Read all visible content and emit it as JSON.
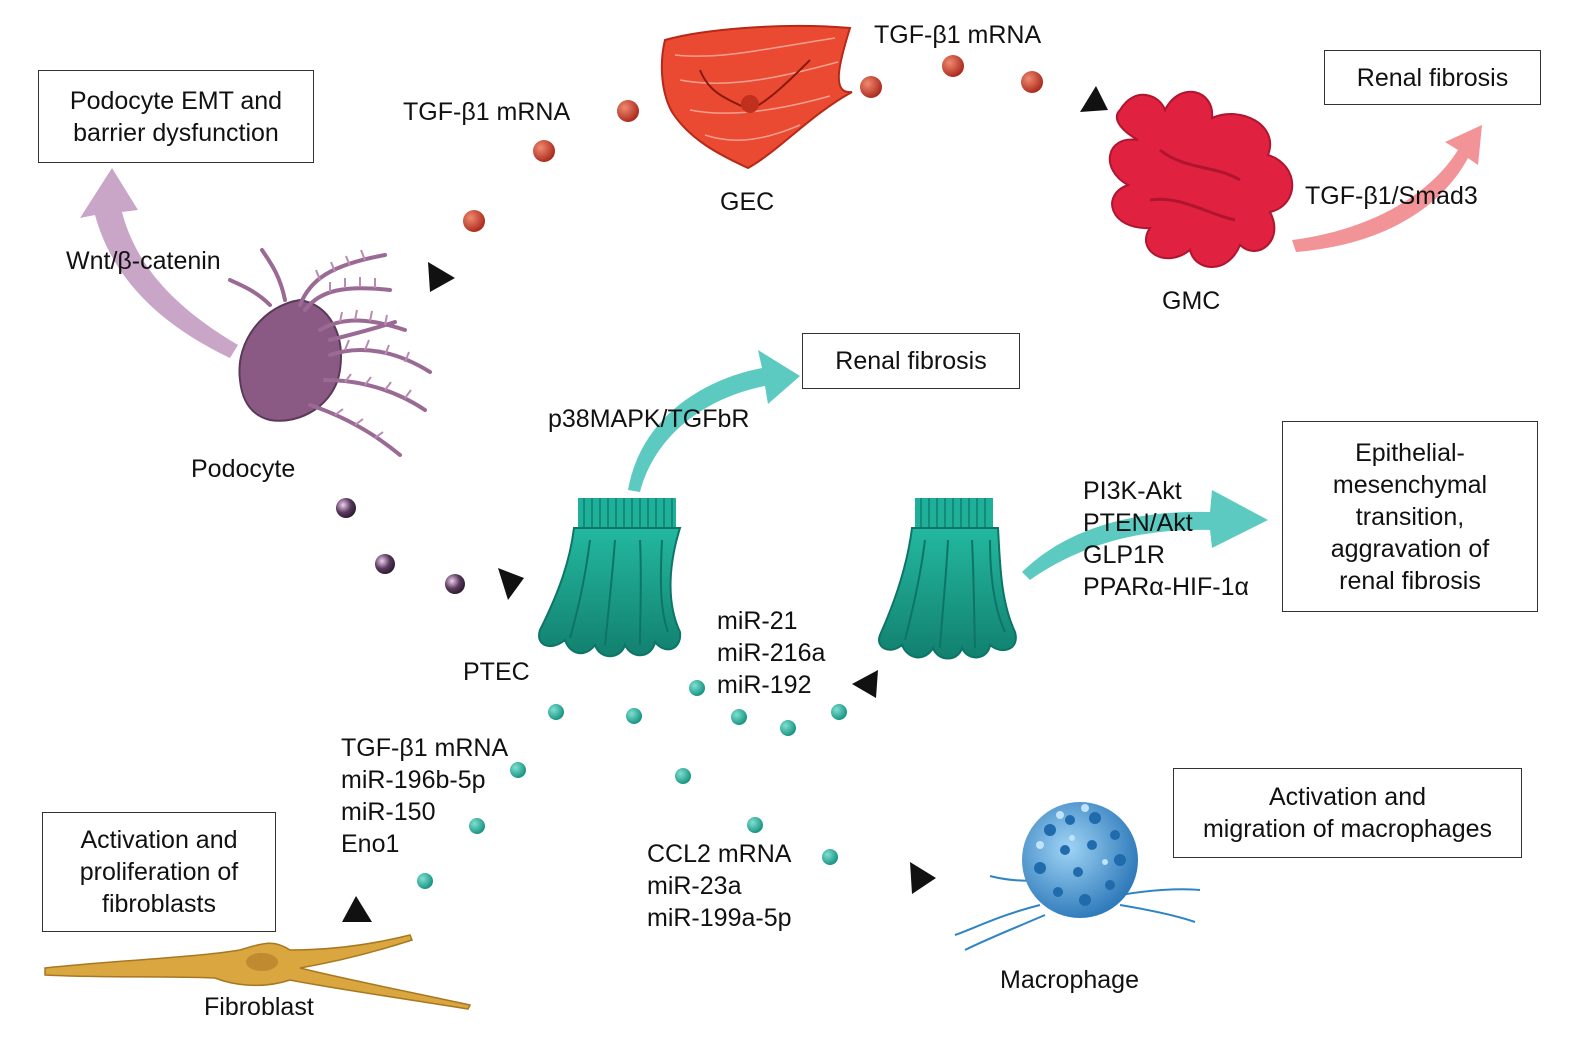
{
  "boxes": {
    "podocyte_emt": "Podocyte EMT and\nbarrier dysfunction",
    "renal_fibrosis_top": "Renal fibrosis",
    "renal_fibrosis_mid": "Renal fibrosis",
    "emt_aggravation": "Epithelial-\nmesenchymal\ntransition,\naggravation of\nrenal fibrosis",
    "macrophage_activation": "Activation and\nmigration of macrophages",
    "fibroblast_activation": "Activation and\nproliferation of\nfibroblasts"
  },
  "cells": {
    "gec": "GEC",
    "gmc": "GMC",
    "podocyte": "Podocyte",
    "ptec": "PTEC",
    "macrophage": "Macrophage",
    "fibroblast": "Fibroblast"
  },
  "pathways": {
    "wnt": "Wnt/β-catenin",
    "tgf_smad3": "TGF-β1/Smad3",
    "p38": "p38MAPK/TGFbR",
    "ptec_right": [
      "PI3K-Akt",
      "PTEN/Akt",
      "GLP1R",
      "PPARα-HIF-1α"
    ]
  },
  "cargo": {
    "tgf_left": "TGF-β1 mRNA",
    "tgf_right": "TGF-β1 mRNA",
    "ptec_mirs": [
      "miR-21",
      "miR-216a",
      "miR-192"
    ],
    "fibro_cargo": [
      "TGF-β1 mRNA",
      "miR-196b-5p",
      "miR-150",
      "Eno1"
    ],
    "macro_cargo": [
      "CCL2 mRNA",
      "miR-23a",
      "miR-199a-5p"
    ]
  },
  "colors": {
    "red_vesicle": "#c0321f",
    "teal_vesicle": "#1fb5a2",
    "podo_vesicle": "#6b4a6e",
    "gec": "#e8442e",
    "gmc": "#e0213f",
    "podocyte": "#9a6a92",
    "ptec": "#1aa892",
    "macrophage": "#3a8fcf",
    "fibroblast": "#d9a441",
    "arrow_teal": "#5cc8c0",
    "arrow_pink": "#f28a8e",
    "arrow_purple": "#c7a2c6"
  },
  "icons": [
    "gec-cell-icon",
    "gmc-cell-icon",
    "podocyte-cell-icon",
    "ptec-cell-icon",
    "macrophage-cell-icon",
    "fibroblast-cell-icon"
  ]
}
